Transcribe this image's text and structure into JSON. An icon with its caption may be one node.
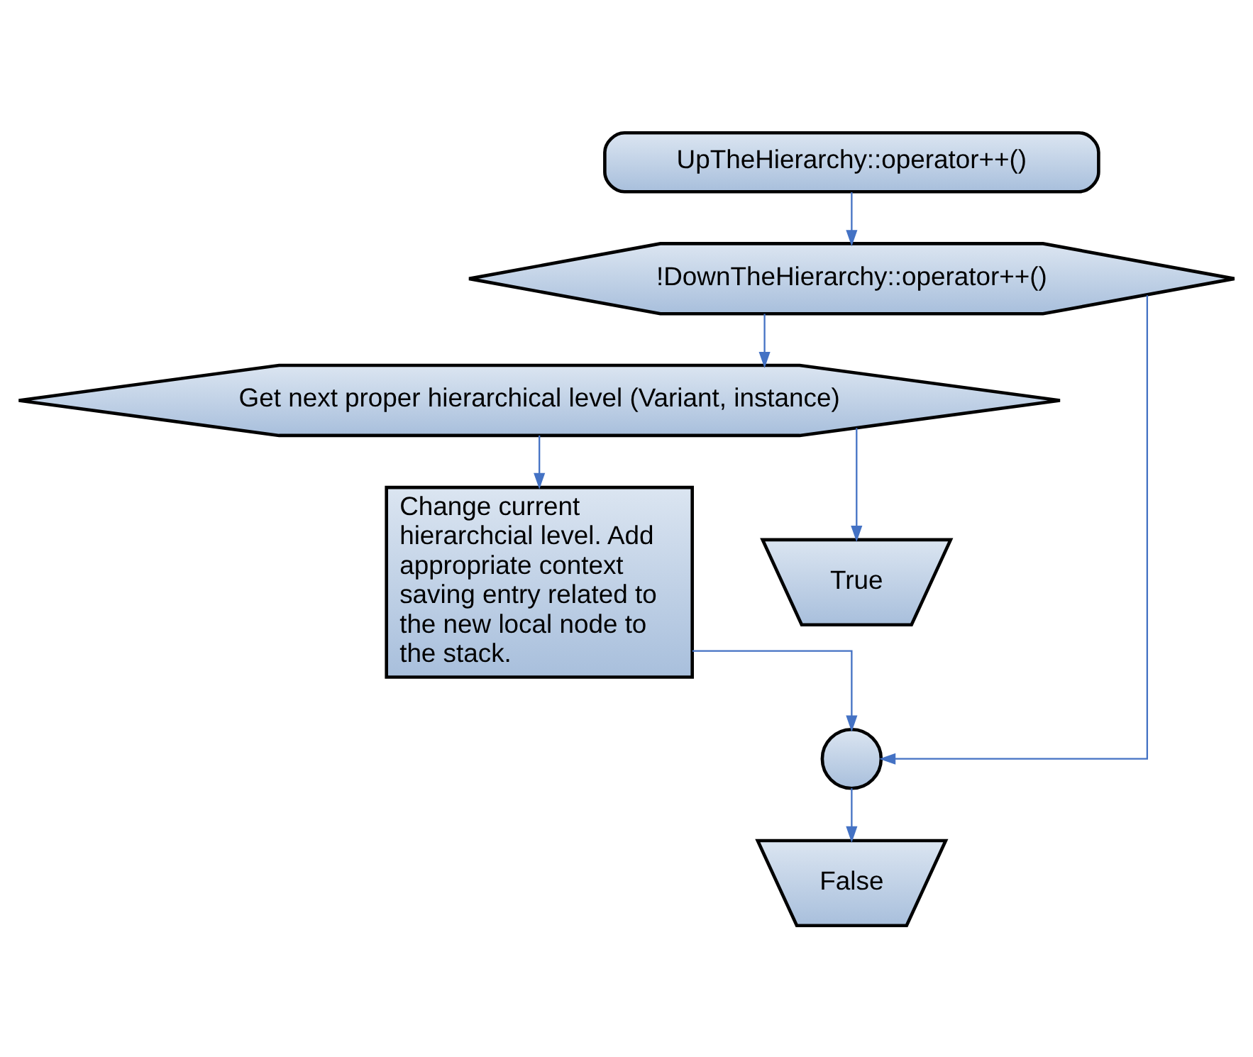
{
  "diagram": {
    "nodes": [
      {
        "text": [
          "UpTheHierarchy::operator++()"
        ]
      },
      {
        "text": [
          "!DownTheHierarchy::operator++()"
        ]
      },
      {
        "text": [
          "Get next proper hierarchical level (Variant, instance)"
        ]
      },
      {
        "text": [
          "Change current hierarchcial level. Add appropriate context saving entry related to the new local node to the stack."
        ]
      },
      {
        "text": [
          "True"
        ]
      },
      {
        "text": [],
        "shape": "circle"
      },
      {
        "text": [
          "False"
        ]
      }
    ],
    "edges": [
      {
        "from": 0,
        "to": 1,
        "arrow": "to"
      },
      {
        "from": 1,
        "to": 2,
        "arrow": "to"
      },
      {
        "from": 2,
        "to": 3,
        "arrow": "to"
      },
      {
        "from": 2,
        "to": 4,
        "arrow": "to"
      },
      {
        "from": 3,
        "to": 5,
        "arrow": "to"
      },
      {
        "from": 1,
        "to": 5,
        "arrow": "to"
      },
      {
        "from": 5,
        "to": 6,
        "arrow": "to"
      }
    ]
  }
}
